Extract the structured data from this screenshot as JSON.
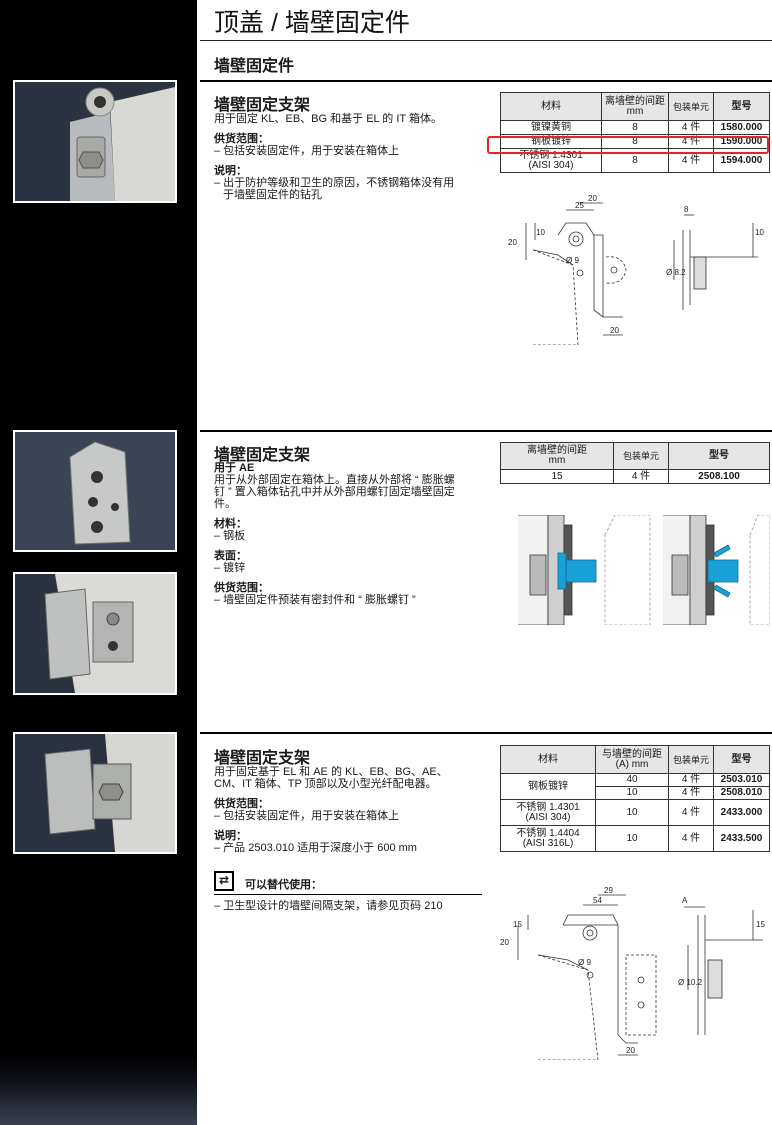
{
  "header": {
    "title": "顶盖 / 墙壁固定件",
    "subtitle": "墙壁固定件"
  },
  "product1": {
    "title": "墙壁固定支架",
    "desc": "用于固定 KL、EB、BG 和基于 EL 的 IT 箱体。",
    "supply_label": "供货范围：",
    "supply_text": "– 包括安装固定件，用于安装在箱体上",
    "note_label": "说明：",
    "note_line1": "– 出于防护等级和卫生的原因，不锈钢箱体没有用",
    "note_line2": "于墙壁固定件的钻孔",
    "table": {
      "h_material": "材料",
      "h_distance_1": "离墙壁的间距",
      "h_distance_2": "mm",
      "h_pack": "包装单元",
      "h_model": "型号",
      "rows": [
        {
          "material": "镀镍黄铜",
          "material2": "",
          "distance": "8",
          "pack": "4 件",
          "model": "1580.000"
        },
        {
          "material": "钢板镀锌",
          "material2": "",
          "distance": "8",
          "pack": "4 件",
          "model": "1590.000"
        },
        {
          "material": "不锈钢 1.4301",
          "material2": "(AISI 304)",
          "distance": "8",
          "pack": "4 件",
          "model": "1594.000"
        }
      ]
    },
    "drawing": {
      "d25": "25",
      "d20a": "20",
      "d10a": "10",
      "d20b": "20",
      "d9": "Ø 9",
      "d20c": "20",
      "d8": "8",
      "d10b": "10",
      "d82": "Ø 8.2"
    }
  },
  "product2": {
    "title": "墙壁固定支架",
    "for_label": "用于 AE",
    "desc_line1": "用于从外部固定在箱体上。直接从外部将 “ 膨胀螺",
    "desc_line2": "钉 ” 置入箱体钻孔中并从外部用螺钉固定墙壁固定",
    "desc_line3": "件。",
    "material_label": "材料：",
    "material_text": "– 钢板",
    "surface_label": "表面：",
    "surface_text": "– 镀锌",
    "supply_label": "供货范围：",
    "supply_text": "– 墙壁固定件预装有密封件和 “ 膨胀螺钉 ”",
    "table": {
      "h_distance_1": "离墙壁的间距",
      "h_distance_2": "mm",
      "h_pack": "包装单元",
      "h_model": "型号",
      "rows": [
        {
          "distance": "15",
          "pack": "4 件",
          "model": "2508.100"
        }
      ]
    }
  },
  "product3": {
    "title": "墙壁固定支架",
    "desc_line1": "用于固定基于 EL 和 AE 的 KL、EB、BG、AE、",
    "desc_line2": "CM、IT 箱体、TP 顶部以及小型光纤配电器。",
    "supply_label": "供货范围：",
    "supply_text": "– 包括安装固定件，用于安装在箱体上",
    "note_label": "说明：",
    "note_text": "– 产品 2503.010 适用于深度小于 600 mm",
    "alt_icon": "⇄",
    "alt_label": "可以替代使用：",
    "alt_text": "– 卫生型设计的墙壁间隔支架，请参见页码 210",
    "table": {
      "h_material": "材料",
      "h_distance_1": "与墙壁的间距",
      "h_distance_2": "(A) mm",
      "h_pack": "包装单元",
      "h_model": "型号",
      "rows": [
        {
          "material": "钢板镀锌",
          "distance": "40",
          "pack": "4 件",
          "model": "2503.010"
        },
        {
          "material": "",
          "distance": "10",
          "pack": "4 件",
          "model": "2508.010"
        },
        {
          "material": "不锈钢 1.4301",
          "material2": "(AISI 304)",
          "distance": "10",
          "pack": "4 件",
          "model": "2433.000"
        },
        {
          "material": "不锈钢 1.4404",
          "material2": "(AISI 316L)",
          "distance": "10",
          "pack": "4 件",
          "model": "2433.500"
        }
      ]
    },
    "drawing": {
      "d29": "29",
      "d54": "54",
      "d15": "15",
      "d20a": "20",
      "d9": "Ø 9",
      "d20b": "20",
      "dA": "A",
      "d15b": "15",
      "d102": "Ø 10.2"
    }
  },
  "colors": {
    "highlight": "#e8232a",
    "accent_blue": "#1aa0d8",
    "sidebar": "#000000"
  }
}
